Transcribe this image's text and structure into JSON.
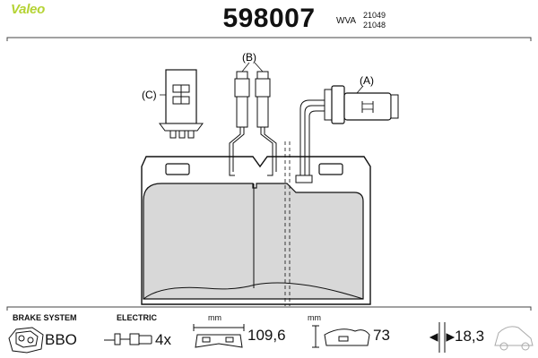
{
  "header": {
    "brand": "Valeo",
    "part_number": "598007",
    "wva_label": "WVA",
    "wva_numbers": [
      "21049",
      "21048"
    ]
  },
  "diagram": {
    "labels": {
      "a": "(A)",
      "b": "(B)",
      "c": "(C)"
    }
  },
  "footer": {
    "brake_system_label": "BRAKE SYSTEM",
    "brake_system_value": "BBO",
    "electric_label": "ELECTRIC",
    "electric_value": "4x",
    "width_unit": "mm",
    "width_value": "109,6",
    "height_unit": "mm",
    "height_value": "73",
    "thickness_value": "18,3"
  }
}
